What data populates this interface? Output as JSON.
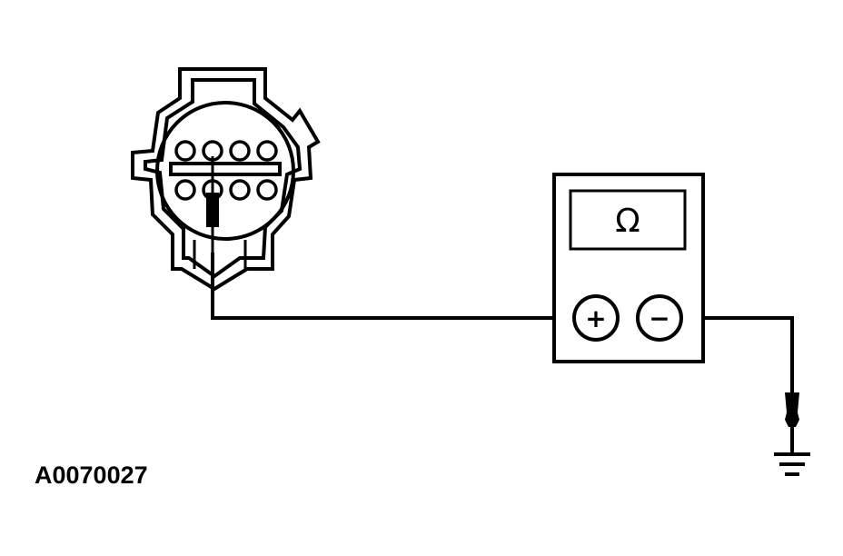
{
  "figure_id": "A0070027",
  "meter": {
    "display_symbol": "Ω",
    "positive_label": "+",
    "negative_label": "−"
  },
  "connector": {
    "pin_rows": 2,
    "pins_per_row": 4
  },
  "colors": {
    "stroke": "#000000",
    "background": "#ffffff"
  }
}
